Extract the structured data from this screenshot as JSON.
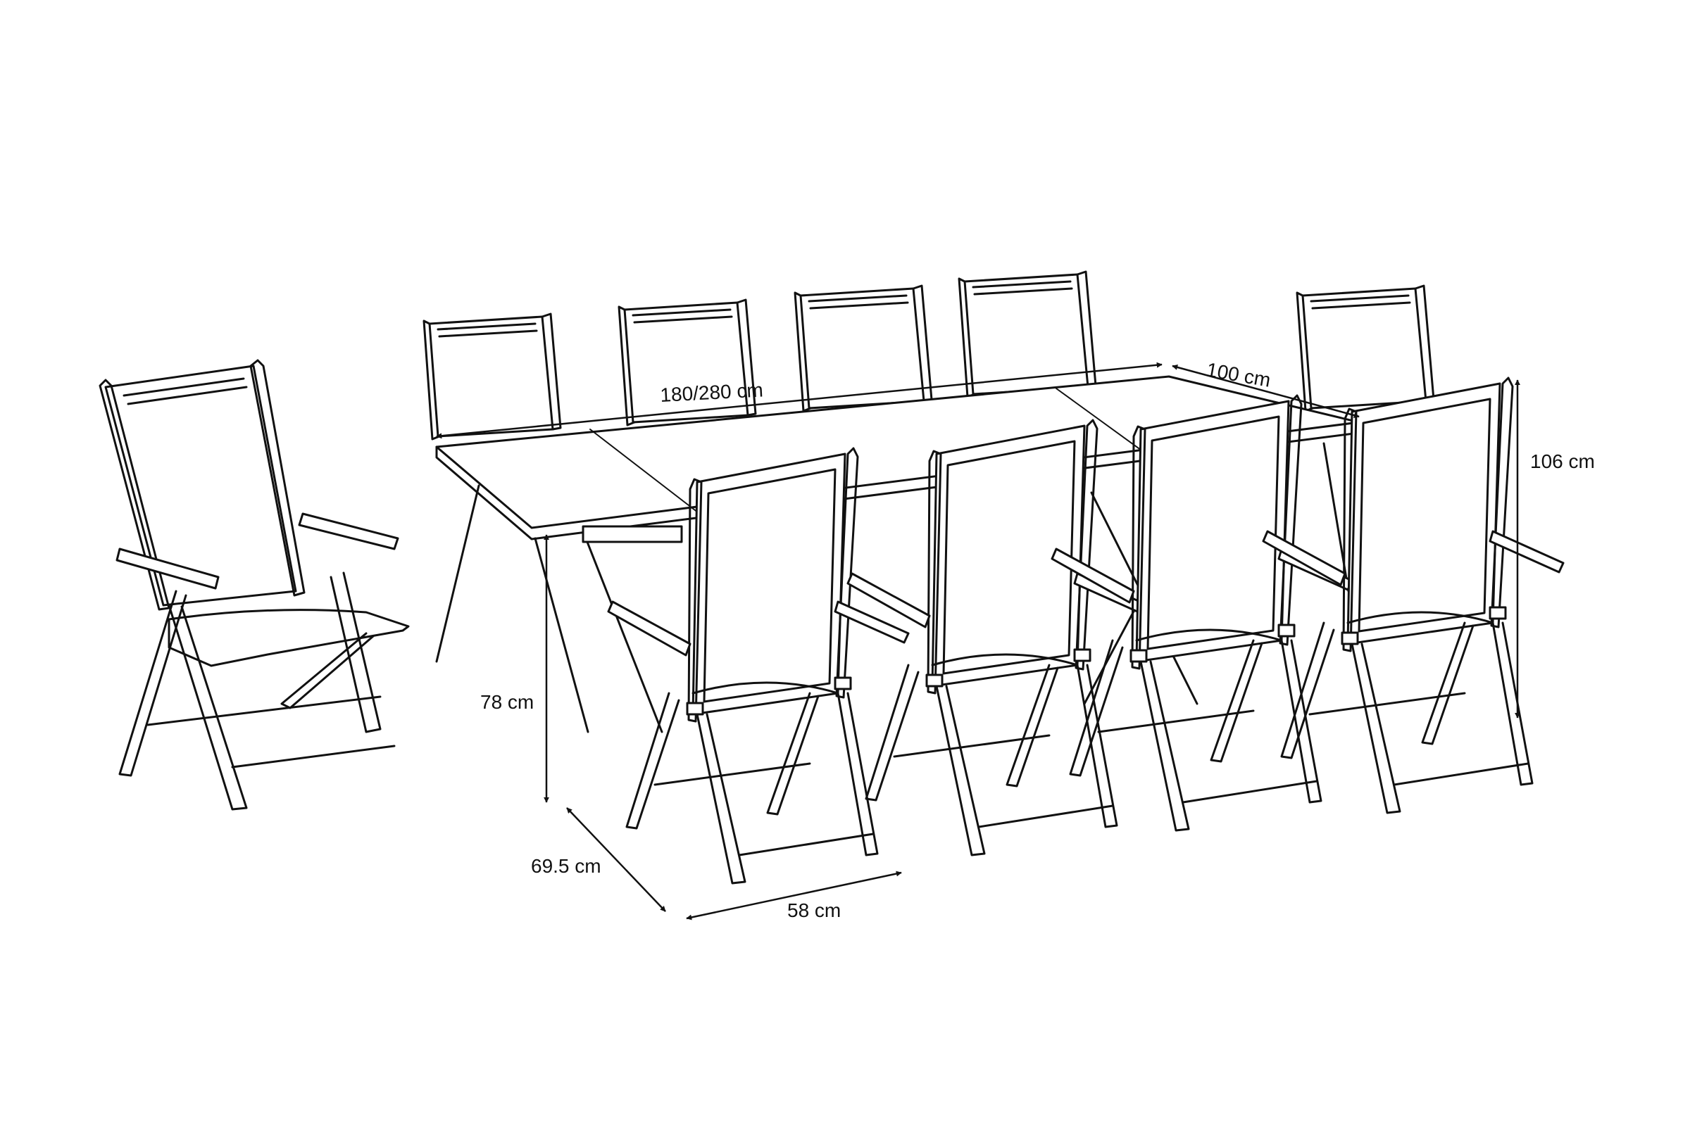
{
  "dimensions": {
    "table_length": "180/280 cm",
    "table_width": "100 cm",
    "chair_height": "106 cm",
    "table_height": "78 cm",
    "chair_depth": "69.5 cm",
    "chair_width": "58 cm"
  },
  "colors": {
    "line": "#111111",
    "background": "#ffffff"
  }
}
